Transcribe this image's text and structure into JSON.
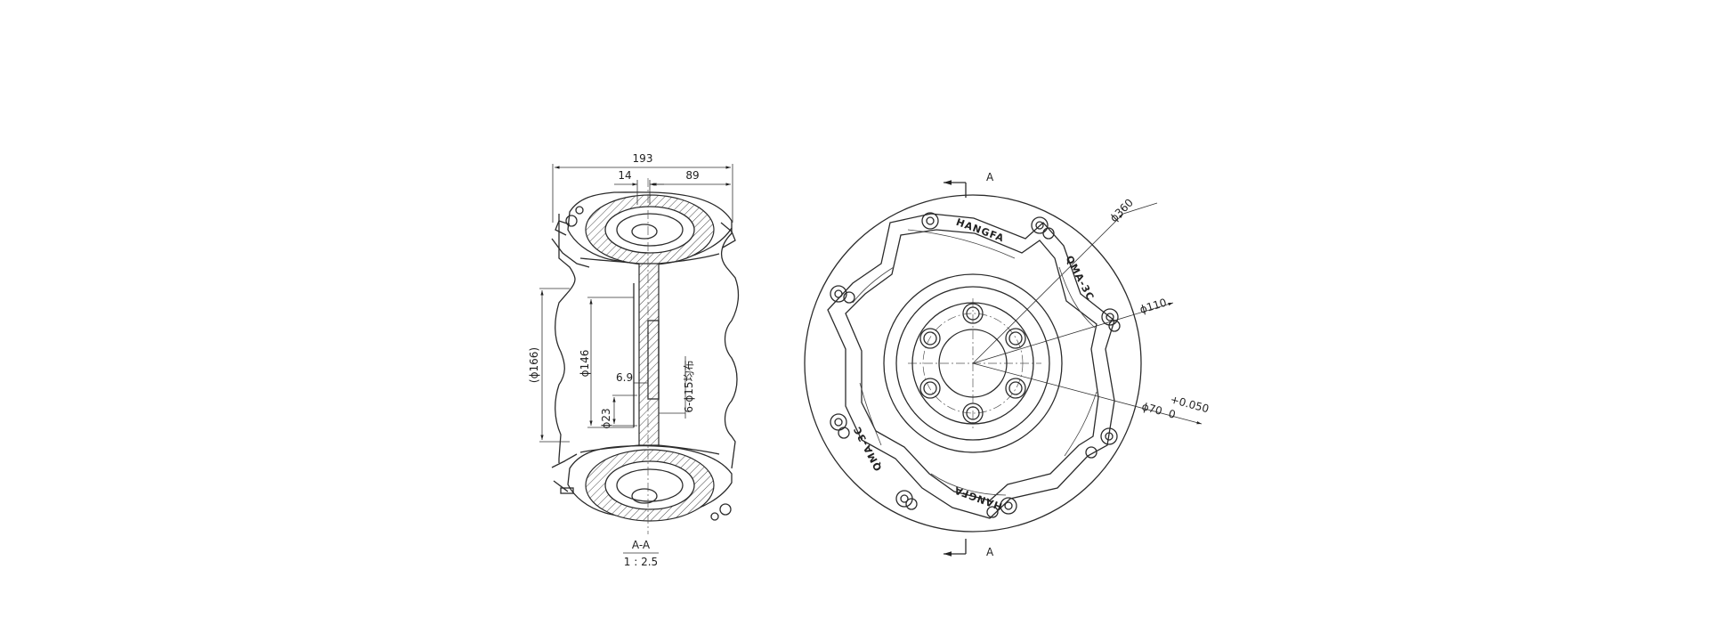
{
  "section_view": {
    "dims": {
      "overall_width": "193",
      "left_offset": "14",
      "right_width": "89",
      "outer_diameter": "(ϕ166)",
      "inner_diameter": "ϕ146",
      "hub_thickness": "6.9",
      "small_diameter": "ϕ23",
      "holes": "6-ϕ15均布"
    },
    "section_label": "A-A",
    "scale": "1 : 2.5"
  },
  "front_view": {
    "section_marker_top": "A",
    "section_marker_bottom": "A",
    "dims": {
      "outer": "ϕ360",
      "pcd": "ϕ110",
      "bore": "ϕ70",
      "tol_upper": "+0.050",
      "tol_lower": "0"
    },
    "brand_text": "HANGFA",
    "model_text": "QMA-3C"
  }
}
